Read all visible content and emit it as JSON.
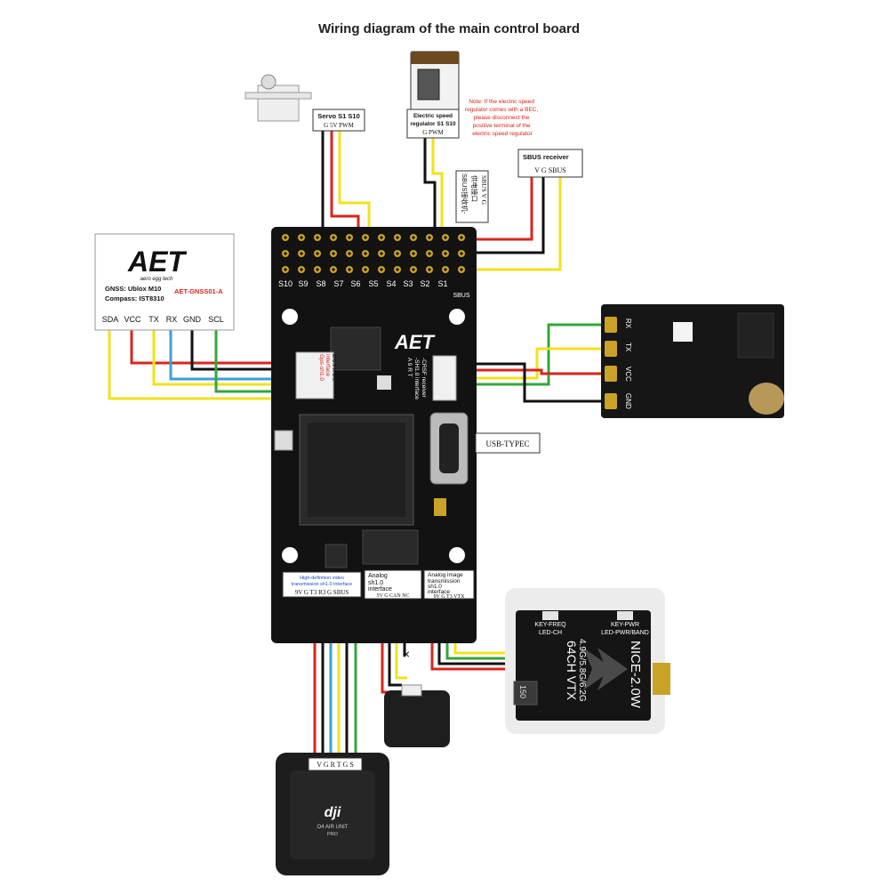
{
  "title": "Wiring diagram of the main control board",
  "servo": {
    "label": "Servo S1 S10",
    "pins": "G 5V PWM"
  },
  "esc": {
    "label_line1": "Electric speed",
    "label_line2": "regulator S1 S10",
    "pins": "G PWM",
    "note": [
      "Note: If the electric speed",
      "regulator comes with a BEC,",
      "please disconnect the",
      "positive terminal of the",
      "electric speed regulator"
    ]
  },
  "sbus_cn_label": [
    "SBUS接收机-",
    "供电接口",
    "SBUS V G"
  ],
  "sbus_receiver": {
    "label": "SBUS receiver",
    "pins": "V G SBUS"
  },
  "gnss": {
    "logo": "AET",
    "tagline": "aero egg tech",
    "gnss_line": "GNSS: Ublox M10",
    "compass_line": "Compass: IST8310",
    "model": "AET-GNSS01-A",
    "pins": [
      "SDA",
      "VCC",
      "TX",
      "RX",
      "GND",
      "SCL"
    ]
  },
  "board": {
    "logo": "AET",
    "servo_headers": [
      "S10",
      "S9",
      "S8",
      "S7",
      "S6",
      "S5",
      "S4",
      "S3",
      "S2",
      "S1"
    ],
    "sbus_silk": "SBUS",
    "gps_silk": [
      "Gps-sh1.0",
      "interface",
      "D C T R G L"
    ],
    "crsf_silk": [
      "A 9 R T",
      "-SH1.0 interface",
      "-CRSF receiver"
    ],
    "usb_label": "USB-TYPEC",
    "hd_vtx": {
      "label": [
        "High-definition video",
        "transmission sh1.0 interface"
      ],
      "pins": "9V G T3 R3 G SBUS"
    },
    "can": {
      "label": [
        "Analog",
        "sh1.0",
        "interface"
      ],
      "pins": "5V G CAN NC"
    },
    "analog_vtx": {
      "label": [
        "Analog image",
        "transmission",
        "sh1.0",
        "interface"
      ],
      "pins": "9V G T3 VTX"
    }
  },
  "crsf_rx": {
    "pins": [
      "RX",
      "TX",
      "VCC",
      "GND"
    ]
  },
  "vtx": {
    "btn_left": [
      "KEY-FREQ",
      "LED-CH"
    ],
    "btn_right": [
      "KEY-PWR",
      "LED-PWR/BAND"
    ],
    "freq": "4.9G/5.8G/6.2G",
    "name": "64CH VTX",
    "model": "NICE-2.0W",
    "chip": "150"
  },
  "dji": {
    "pins": "V G R T G S",
    "brand": "dji",
    "product": "O4 AIR UNIT",
    "sub": "PRO"
  },
  "colors": {
    "red": "#d7261e",
    "black": "#111111",
    "yellow": "#f2e11c",
    "blue": "#3aa0d8",
    "green": "#35a53c",
    "pcb": "#121212",
    "gold": "#c9a227"
  }
}
